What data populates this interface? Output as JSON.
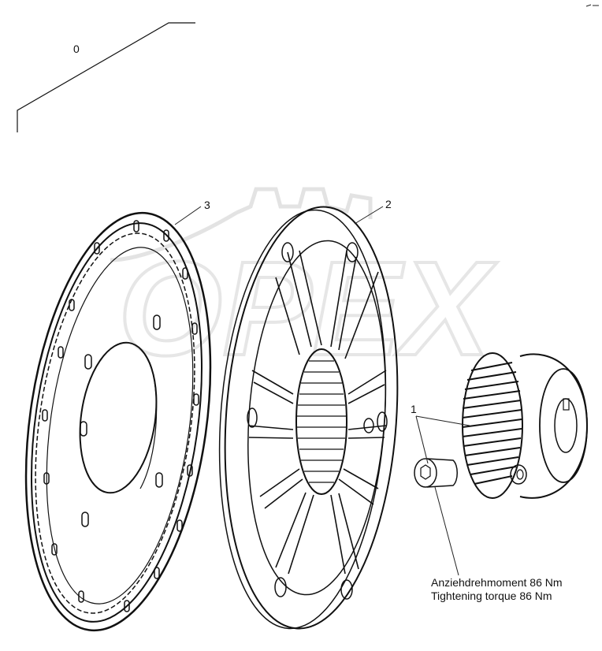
{
  "callouts": {
    "assembly": "0",
    "item1": "1",
    "item2": "2",
    "item3": "3"
  },
  "note": {
    "line1": "Anziehdrehmoment 86 Nm",
    "line2": "Tightening torque 86 Nm"
  },
  "watermark": {
    "text": "OPEX",
    "color": "#e6e6e6"
  },
  "colors": {
    "ink": "#111111",
    "paper": "#ffffff"
  }
}
